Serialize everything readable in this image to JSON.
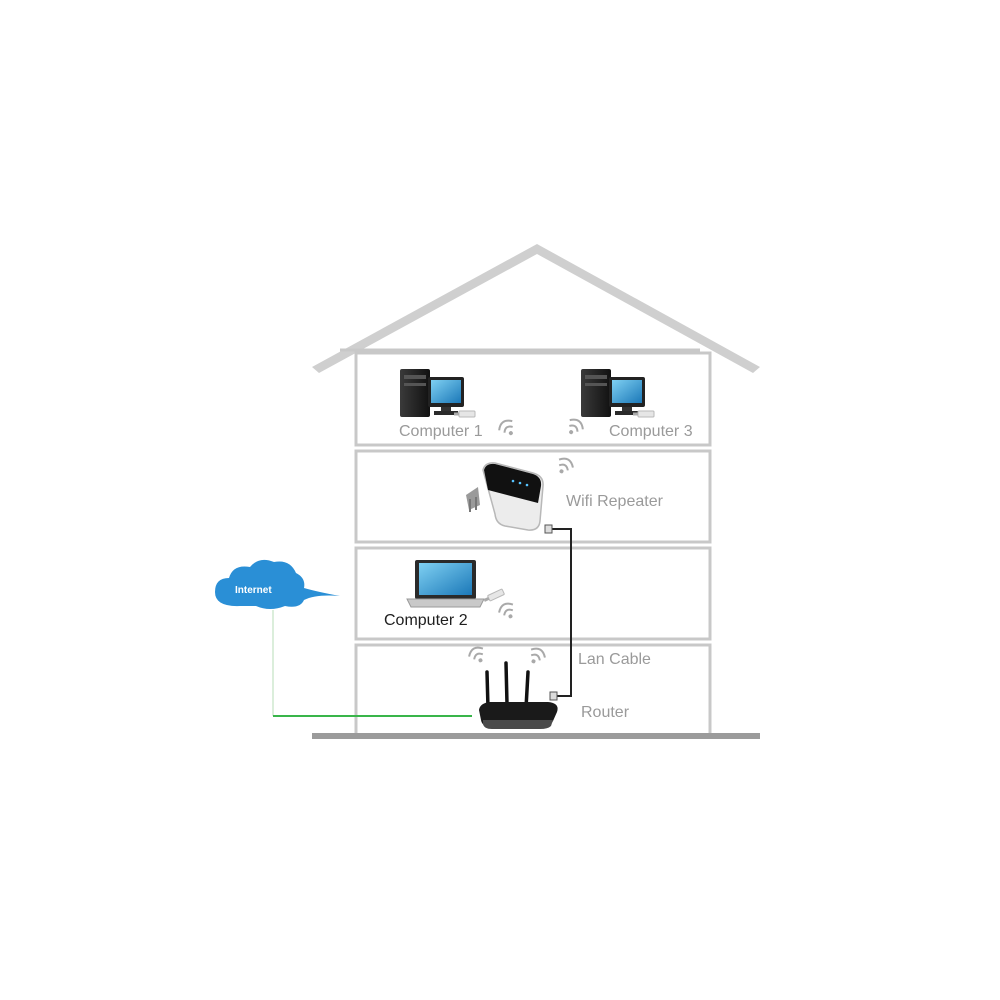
{
  "labels": {
    "internet": "Internet",
    "computer1": "Computer 1",
    "computer3": "Computer 3",
    "wifi_repeater": "Wifi Repeater",
    "computer2": "Computer 2",
    "lan_cable": "Lan Cable",
    "router": "Router"
  },
  "colors": {
    "wall": "#c8c8c8",
    "ground": "#9b9b9b",
    "internet_line": "#39b54a",
    "cloud": "#2a8fd6",
    "cable": "#222222",
    "wifi_wave": "#a9a9a9"
  },
  "icons": [
    "desktop-computer-icon",
    "wifi-usb-adapter-icon",
    "wifi-signal-icon",
    "wifi-repeater-icon",
    "laptop-icon",
    "router-icon",
    "cloud-icon"
  ]
}
